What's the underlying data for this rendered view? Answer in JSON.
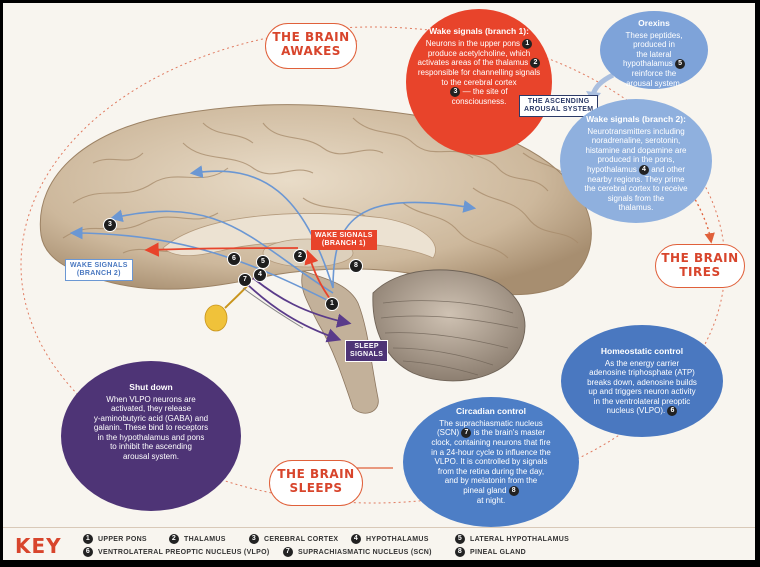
{
  "labels": {
    "brain_awakes": [
      "THE BRAIN",
      "AWAKES"
    ],
    "brain_tires": [
      "THE BRAIN",
      "TIRES"
    ],
    "brain_sleeps": [
      "THE BRAIN",
      "SLEEPS"
    ],
    "ascending_arousal": [
      "THE ASCENDING",
      "AROUSAL SYSTEM"
    ],
    "wake_signals_1": [
      "WAKE SIGNALS",
      "(BRANCH 1)"
    ],
    "wake_signals_2": [
      "WAKE SIGNALS",
      "(BRANCH 2)"
    ],
    "sleep_signals": [
      "SLEEP",
      "SIGNALS"
    ]
  },
  "bubbles": {
    "wake1": {
      "title": "Wake signals (branch 1):",
      "lines": [
        "Neurons in the upper pons",
        "produce acetylcholine, which",
        "activates areas of the thalamus",
        "responsible for channelling signals",
        "to the cerebral cortex",
        "— the site of",
        "consciousness."
      ],
      "refs": [
        "1",
        "2",
        "3"
      ]
    },
    "orexins": {
      "title": "Orexins",
      "lines": [
        "These peptides,",
        "produced in",
        "the lateral",
        "hypothalamus",
        "reinforce the",
        "arousal system."
      ],
      "ref": "5"
    },
    "wake2": {
      "title": "Wake signals (branch 2):",
      "lines": [
        "Neurotransmitters including",
        "noradrenaline, serotonin,",
        "histamine and dopamine are",
        "produced in the pons,",
        "hypothalamus",
        "and other",
        "nearby regions. They prime",
        "the cerebral cortex to receive",
        "signals from the",
        "thalamus."
      ],
      "ref": "4"
    },
    "homeostatic": {
      "title": "Homeostatic control",
      "lines": [
        "As the energy carrier",
        "adenosine triphosphate (ATP)",
        "breaks down, adenosine builds",
        "up and triggers neuron activity",
        "in the ventrolateral preoptic",
        "nucleus (VLPO)."
      ],
      "ref": "6"
    },
    "circadian": {
      "title": "Circadian control",
      "lines": [
        "The suprachiasmatic nucleus",
        "(SCN)",
        "is the brain's master",
        "clock, containing neurons that fire",
        "in a 24-hour cycle to influence the",
        "VLPO. It is controlled by signals",
        "from the retina during the day,",
        "and by melatonin from the",
        "pineal gland",
        "at night."
      ],
      "refs": [
        "7",
        "8"
      ]
    },
    "shutdown": {
      "title": "Shut down",
      "lines": [
        "When VLPO neurons are",
        "activated, they release",
        "y-aminobutyric acid (GABA) and",
        "galanin. These bind to receptors",
        "in the hypothalamus and pons",
        "to inhibit the ascending",
        "arousal system."
      ]
    }
  },
  "markers": [
    "1",
    "2",
    "3",
    "4",
    "5",
    "6",
    "7",
    "8"
  ],
  "key": {
    "title": "KEY",
    "items": [
      {
        "n": "1",
        "label": "UPPER PONS"
      },
      {
        "n": "2",
        "label": "THALAMUS"
      },
      {
        "n": "3",
        "label": "CEREBRAL CORTEX"
      },
      {
        "n": "4",
        "label": "HYPOTHALAMUS"
      },
      {
        "n": "5",
        "label": "LATERAL HYPOTHALAMUS"
      },
      {
        "n": "6",
        "label": "VENTROLATERAL PREOPTIC NUCLEUS (VLPO)"
      },
      {
        "n": "7",
        "label": "SUPRACHIASMATIC NUCLEUS (SCN)"
      },
      {
        "n": "8",
        "label": "PINEAL GLAND"
      }
    ]
  },
  "colors": {
    "wake1": "#e8442b",
    "orexins": "#7ea3d9",
    "wake2": "#8fb0de",
    "homeostatic": "#4a78c0",
    "circadian": "#4d7ec6",
    "shutdown": "#4e3476",
    "accent": "#d8452c"
  }
}
